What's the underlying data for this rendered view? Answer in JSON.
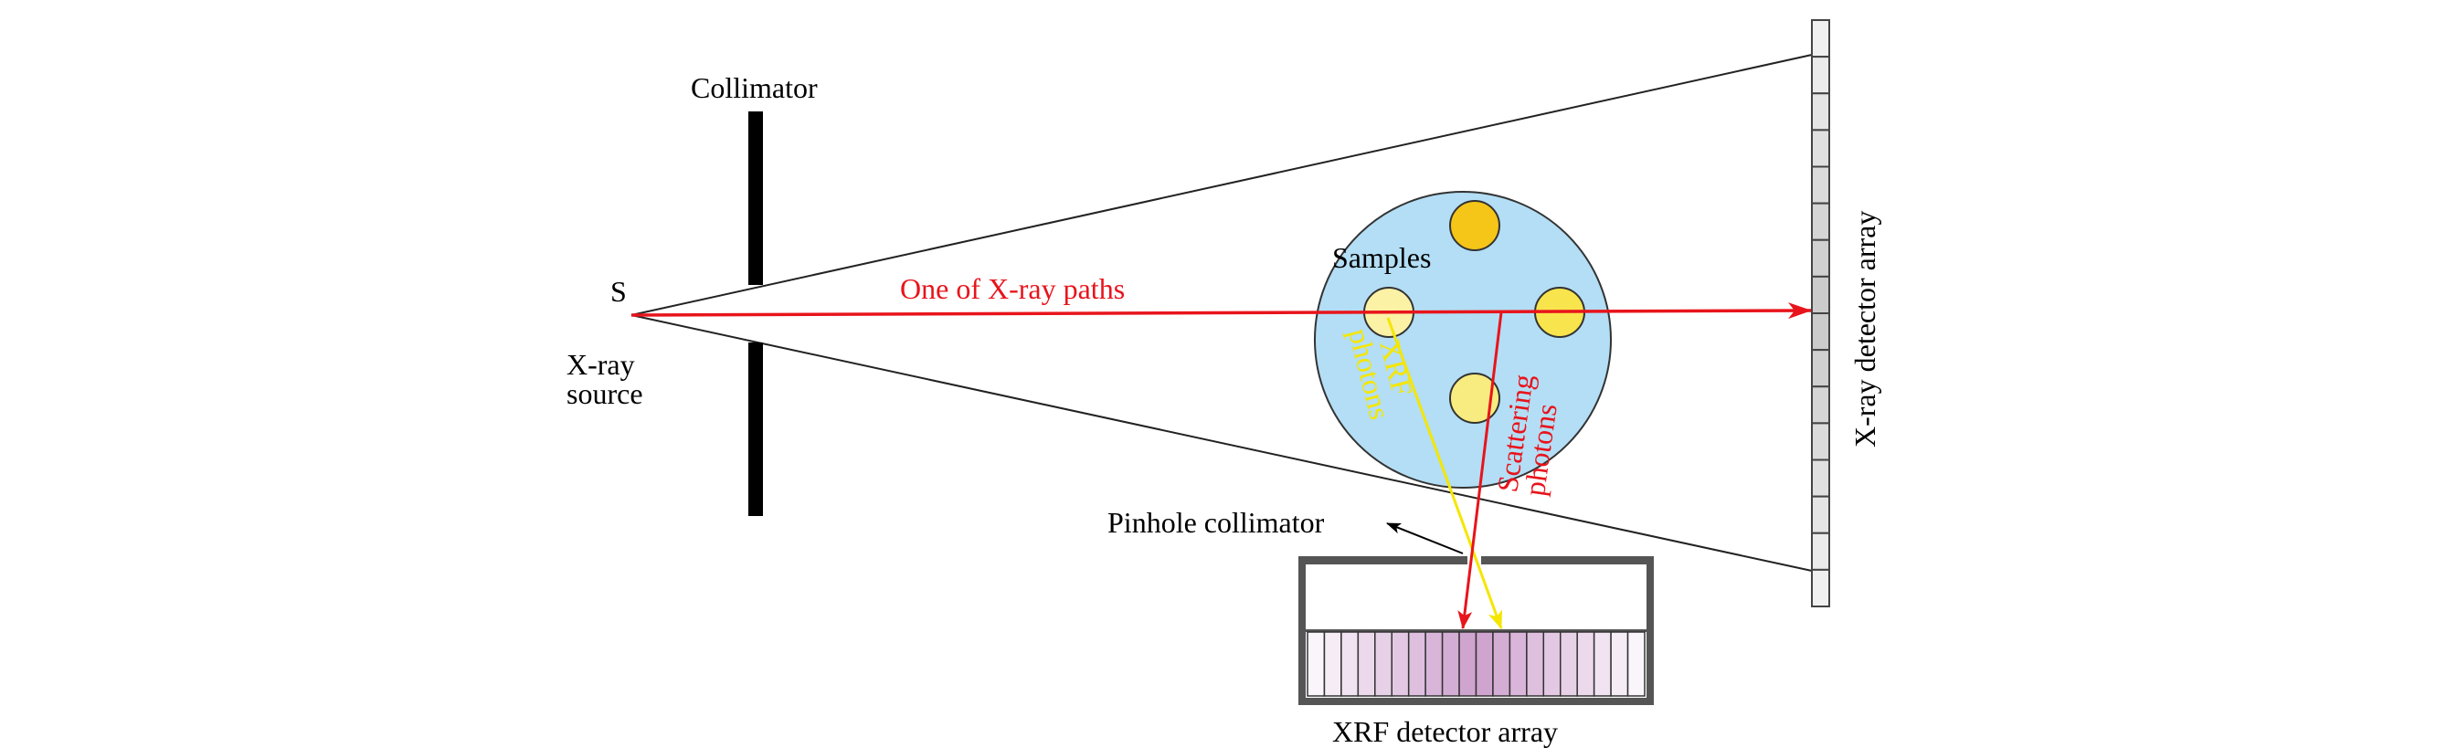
{
  "labels": {
    "source_symbol": "S",
    "source_line1": "X-ray",
    "source_line2": "source",
    "collimator": "Collimator",
    "ray_path": "One of X-ray paths",
    "samples": "Samples",
    "xrf_line1": "XRF",
    "xrf_line2": "photons",
    "scatter_line1": "Scattering",
    "scatter_line2": "photons",
    "pinhole": "Pinhole collimator",
    "xrf_detector": "XRF detector array",
    "xray_detector": "X-ray detector array"
  },
  "colors": {
    "ray": "#e8141b",
    "xrf": "#f5e600",
    "phantom": "#b3def5",
    "sample_dark": "#f5c518",
    "sample_mid": "#f8e44c",
    "sample_light": "#fbf2a6",
    "detector_pixel": "#e6cfe3"
  },
  "xray_detector_pixels": 16,
  "xrf_detector_pixels": 20
}
